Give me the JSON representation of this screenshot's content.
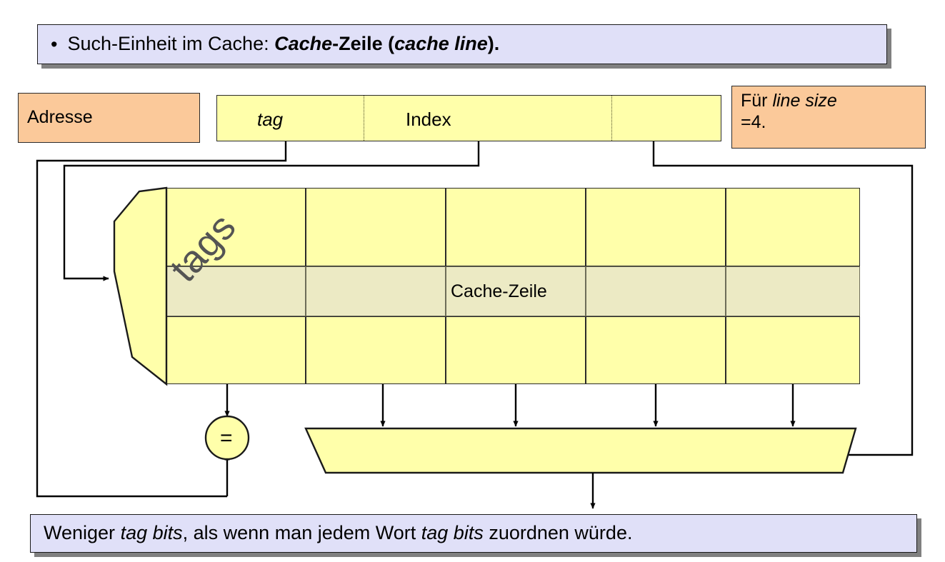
{
  "slide": {
    "header": {
      "bullet": "•",
      "text_plain": "Such-Einheit im Cache: Cache-Zeile (cache line).",
      "part1": "Such-Einheit im Cache: ",
      "part2": "Cache",
      "part3": "-Zeile (",
      "part4": "cache line",
      "part5": ")."
    },
    "footer": {
      "text_plain": "Weniger tag bits, als wenn man jedem Wort tag bits zuordnen würde.",
      "part1": "Weniger ",
      "part2": "tag bits",
      "part3": ", als wenn man jedem Wort ",
      "part4": "tag bits",
      "part5": " zuordnen würde."
    }
  },
  "diagram": {
    "address_label": "Adresse",
    "note": {
      "line1_prefix": "Für ",
      "line1_italic": "line size",
      "line2": "=4."
    },
    "address_fields": [
      {
        "label": "tag",
        "style": "italic"
      },
      {
        "label": "Index",
        "style": "normal"
      },
      {
        "label": "",
        "style": "normal"
      }
    ],
    "array": {
      "tags_label": "tags",
      "cache_line_label": "Cache-Zeile",
      "rows": 3,
      "columns": 5,
      "highlighted_row_index": 1
    },
    "comparator_label": "=",
    "mux_label": ""
  },
  "colors": {
    "callout_bg": "#e0e0f8",
    "callout_shadow": "#808080",
    "orange": "#fbc99a",
    "yellow": "#ffffaa",
    "yellow_highlight": "#eceac4",
    "outline": "#1a1a1a",
    "tags_text": "#545454"
  }
}
